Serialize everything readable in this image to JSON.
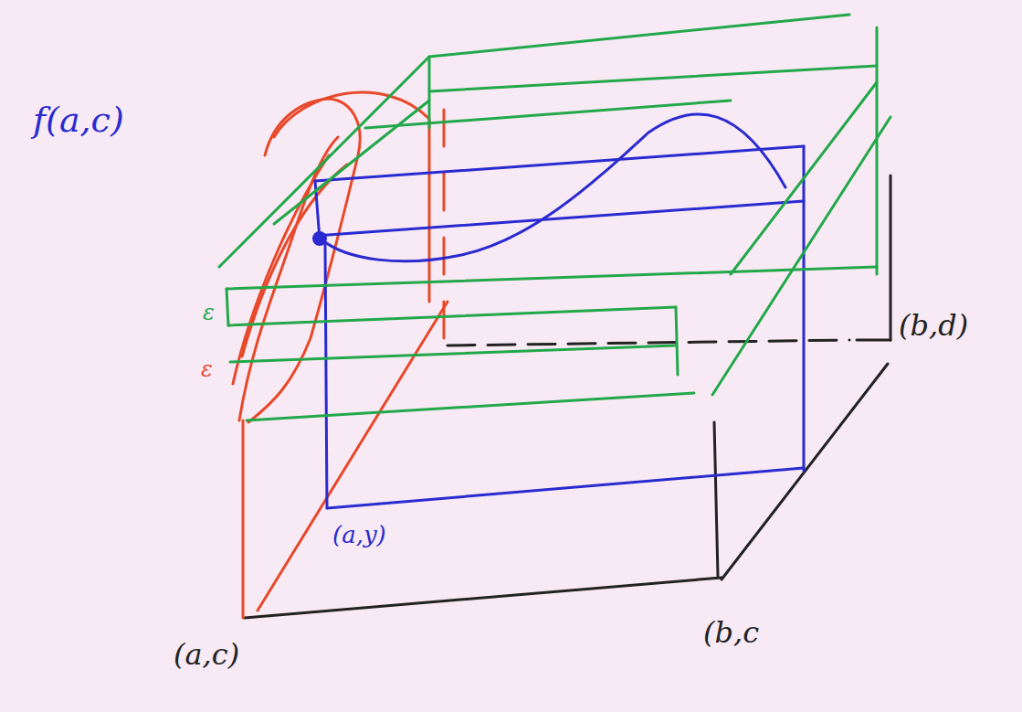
{
  "diagram": {
    "labels": [
      "f(a,c)",
      "ε",
      "ε",
      "(a,y)",
      "(a,c)",
      "(b,c",
      "(b,d)"
    ]
  }
}
